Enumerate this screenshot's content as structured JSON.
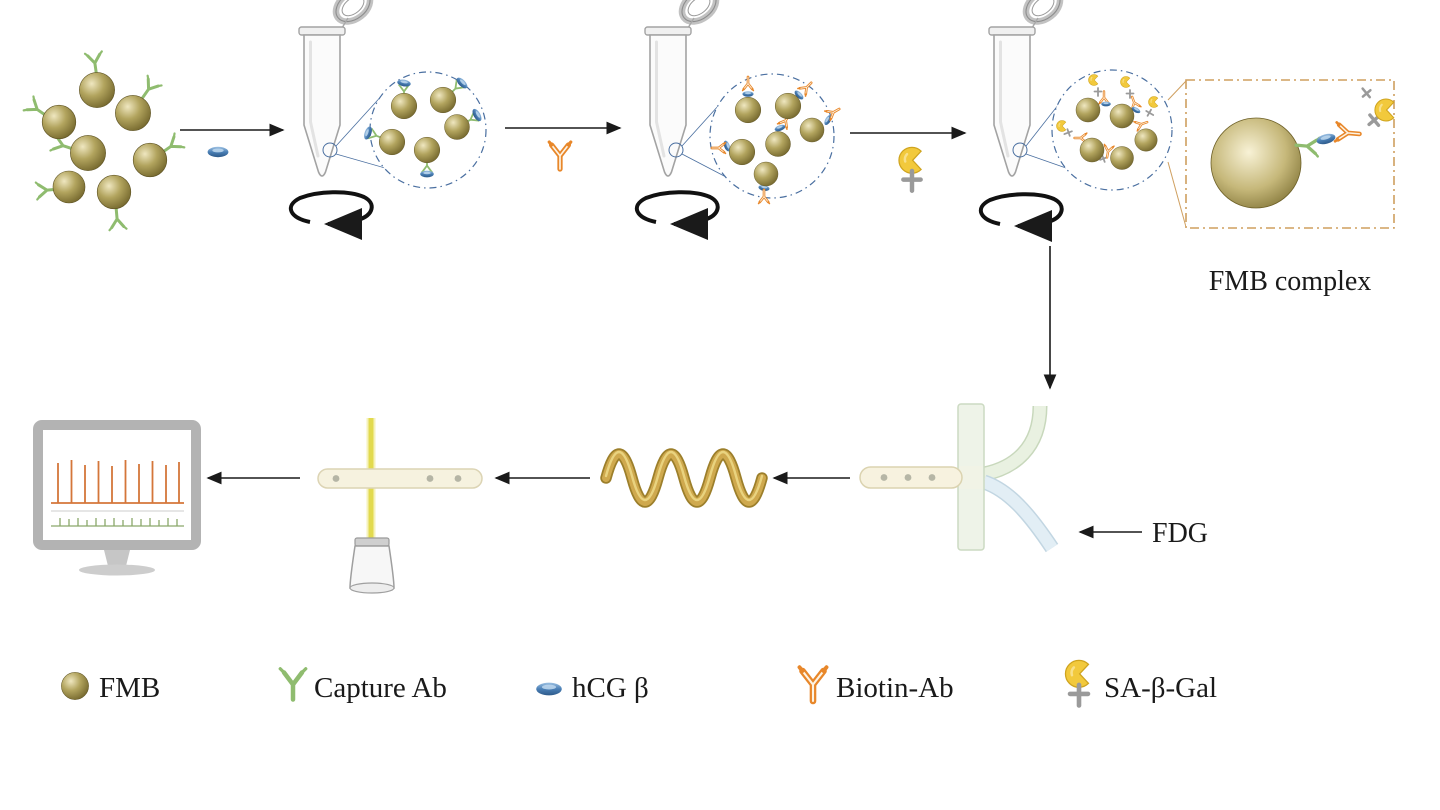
{
  "diagram": {
    "fmb_complex_label": "FMB complex",
    "fdg_label": "FDG"
  },
  "legend": {
    "items": [
      {
        "icon": "fmb-bead-icon",
        "label": "FMB"
      },
      {
        "icon": "capture-ab-icon",
        "label": "Capture Ab"
      },
      {
        "icon": "hcg-beta-icon",
        "label": "hCG β"
      },
      {
        "icon": "biotin-ab-icon",
        "label": "Biotin-Ab"
      },
      {
        "icon": "sa-beta-gal-icon",
        "label": "SA-β-Gal"
      }
    ]
  },
  "colors": {
    "fmb_bead": "#9c8f4a",
    "capture_ab": "#8fbc6f",
    "hcg_beta": "#4a7fb5",
    "biotin_ab": "#e8872a",
    "beta_gal": "#f2c93c",
    "streptavidin": "#9a9a9a",
    "inset_box": "#cf9f5f",
    "arrow": "#1a1a1a"
  }
}
